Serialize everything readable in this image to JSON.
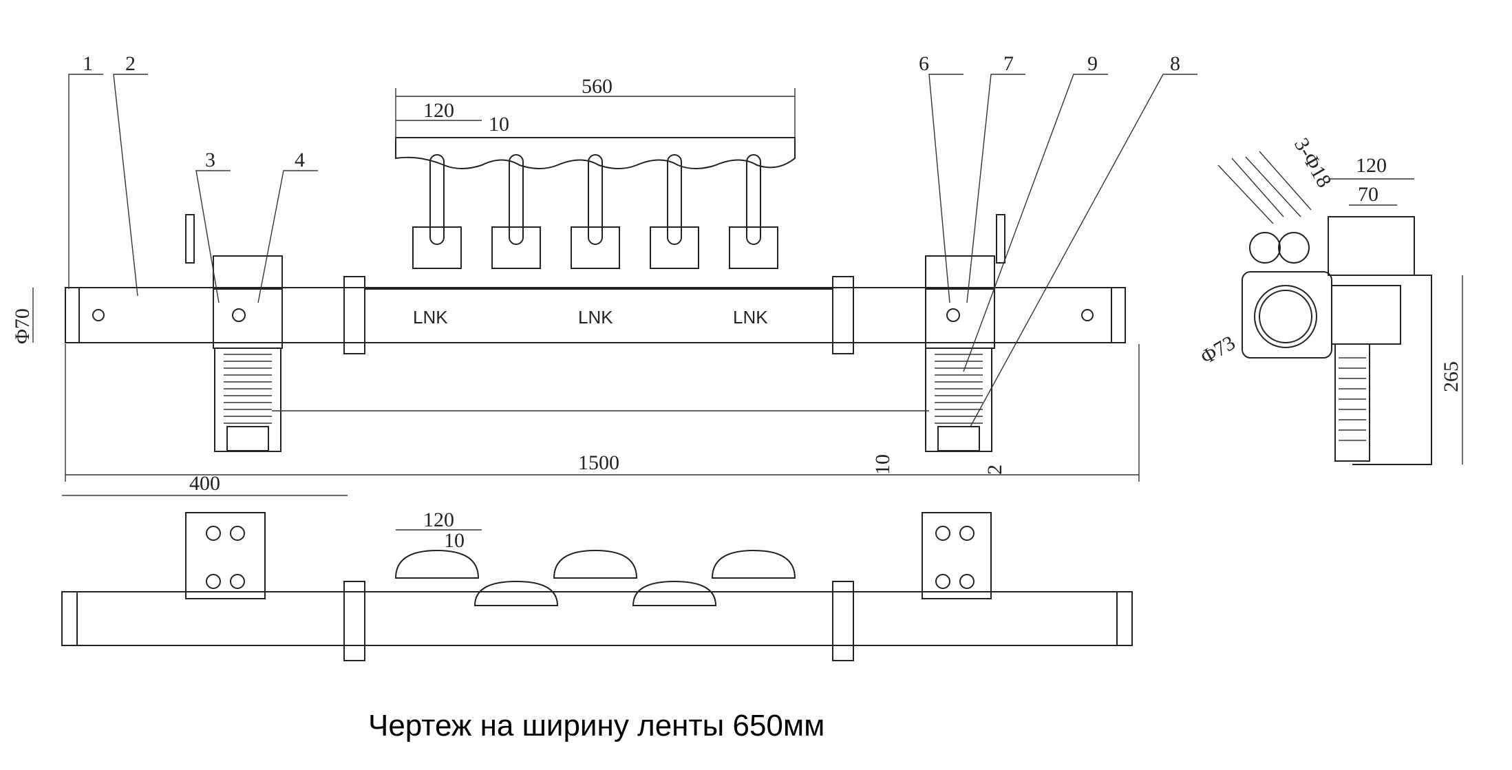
{
  "drawing": {
    "caption": "Чертеж на ширину ленты 650мм",
    "part_numbers": [
      "1",
      "2",
      "3",
      "4",
      "6",
      "7",
      "9",
      "8"
    ],
    "brand_labels": [
      "LNK",
      "LNK",
      "LNK"
    ],
    "front_view_dims": {
      "top_span": "560",
      "roller_pitch": "120",
      "gap": "10",
      "tube_diameter": "Φ70",
      "overall_length": "1500",
      "offset_10": "10",
      "offset_2": "2"
    },
    "top_view_dims": {
      "bracket_distance": "400",
      "roller_pitch": "120",
      "gap": "10"
    },
    "side_view_dims": {
      "width": "120",
      "hole_pitch": "70",
      "holes": "3-Φ18",
      "tube_diameter": "Φ73",
      "height": "265"
    }
  }
}
